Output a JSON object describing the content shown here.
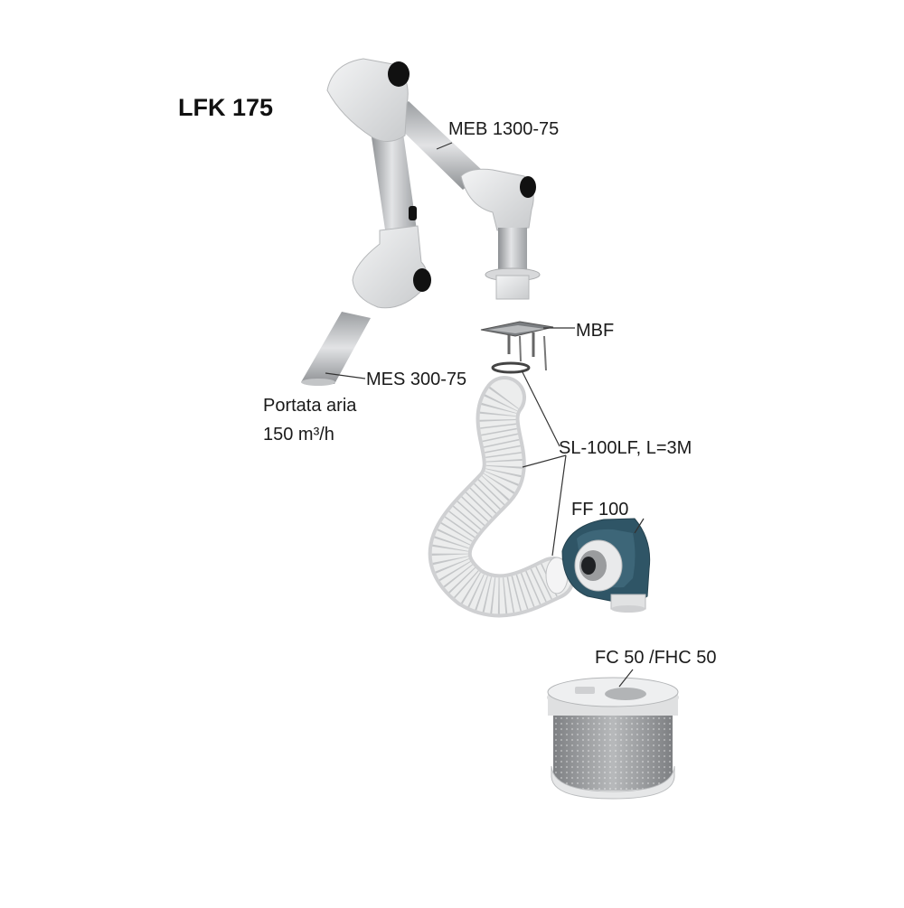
{
  "title": "LFK 175",
  "labels": {
    "arm": "MEB 1300-75",
    "bracket": "MBF",
    "nozzle": "MES 300-75",
    "airflow_line1": "Portata aria",
    "airflow_line2": "150 m³/h",
    "hose": "SL-100LF, L=3M",
    "fan": "FF 100",
    "filter": "FC 50 /FHC 50"
  },
  "colors": {
    "arm_light": "#e6e7e8",
    "tube_metal": "#b7babd",
    "joint_black": "#111111",
    "fan_blue": "#2f5566",
    "hose_white": "#eceded",
    "filter_mesh": "#9a9c9e",
    "line": "#333333"
  }
}
